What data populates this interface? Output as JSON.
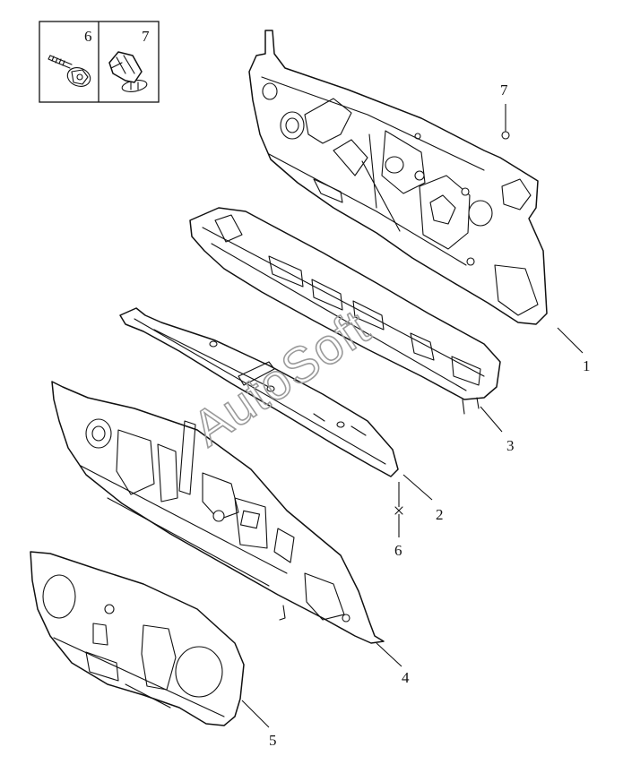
{
  "watermark": "AutoSoft",
  "legend": {
    "items": [
      {
        "number": "6",
        "icon": "bolt-icon"
      },
      {
        "number": "7",
        "icon": "clip-icon"
      }
    ]
  },
  "callouts": [
    {
      "number": "1"
    },
    {
      "number": "2"
    },
    {
      "number": "3"
    },
    {
      "number": "4"
    },
    {
      "number": "5"
    },
    {
      "number": "6"
    },
    {
      "number": "7"
    }
  ],
  "colors": {
    "line": "#111111",
    "background": "#ffffff",
    "watermark": "#9a9a9a"
  }
}
